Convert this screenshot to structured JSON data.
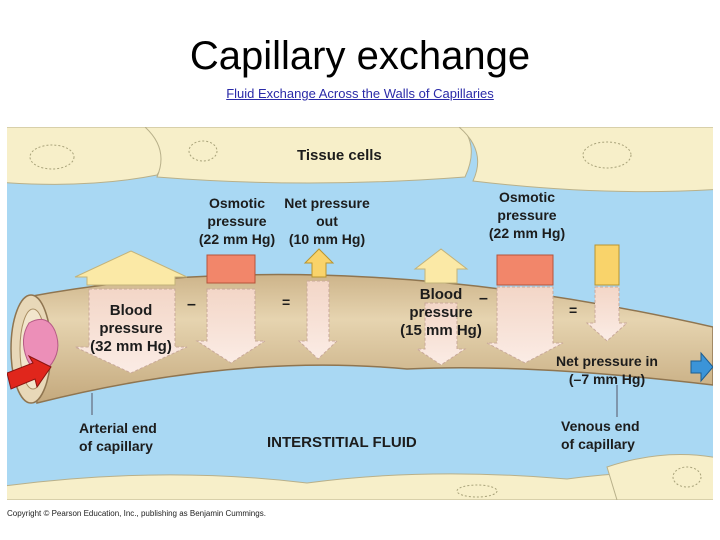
{
  "slide": {
    "title": "Capillary exchange",
    "link_text": "Fluid Exchange Across the Walls of Capillaries"
  },
  "figure": {
    "tissue_cells": "Tissue cells",
    "interstitial_fluid": "INTERSTITIAL FLUID",
    "arterial_osmotic": [
      "Osmotic",
      "pressure",
      "(22 mm Hg)"
    ],
    "arterial_net": [
      "Net pressure",
      "out",
      "(10 mm Hg)"
    ],
    "arterial_blood": [
      "Blood",
      "pressure",
      "(32 mm Hg)"
    ],
    "venous_osmotic": [
      "Osmotic",
      "pressure",
      "(22 mm Hg)"
    ],
    "venous_blood": [
      "Blood",
      "pressure",
      "(15 mm Hg)"
    ],
    "venous_net": [
      "Net pressure in",
      "(–7 mm Hg)"
    ],
    "arterial_end": [
      "Arterial end",
      "of capillary"
    ],
    "venous_end": [
      "Venous end",
      "of capillary"
    ],
    "minus_sign": "–",
    "equals_sign": "=",
    "copyright": "Copyright © Pearson Education, Inc., publishing as Benjamin Cummings.",
    "colors": {
      "fluid": "#a9d8f3",
      "cell": "#f7efc9",
      "vessel": "#d9c49e",
      "vessel_dark": "#b99e74",
      "arrow_up": "#fbe9a6",
      "osmotic_block": "#f2866a",
      "net_out": "#f9d36a",
      "blood_arrow": "#f7d9cf",
      "lumen": "#ec8fb8",
      "flow_in": "#e0261c",
      "flow_out": "#3b94d8"
    }
  }
}
